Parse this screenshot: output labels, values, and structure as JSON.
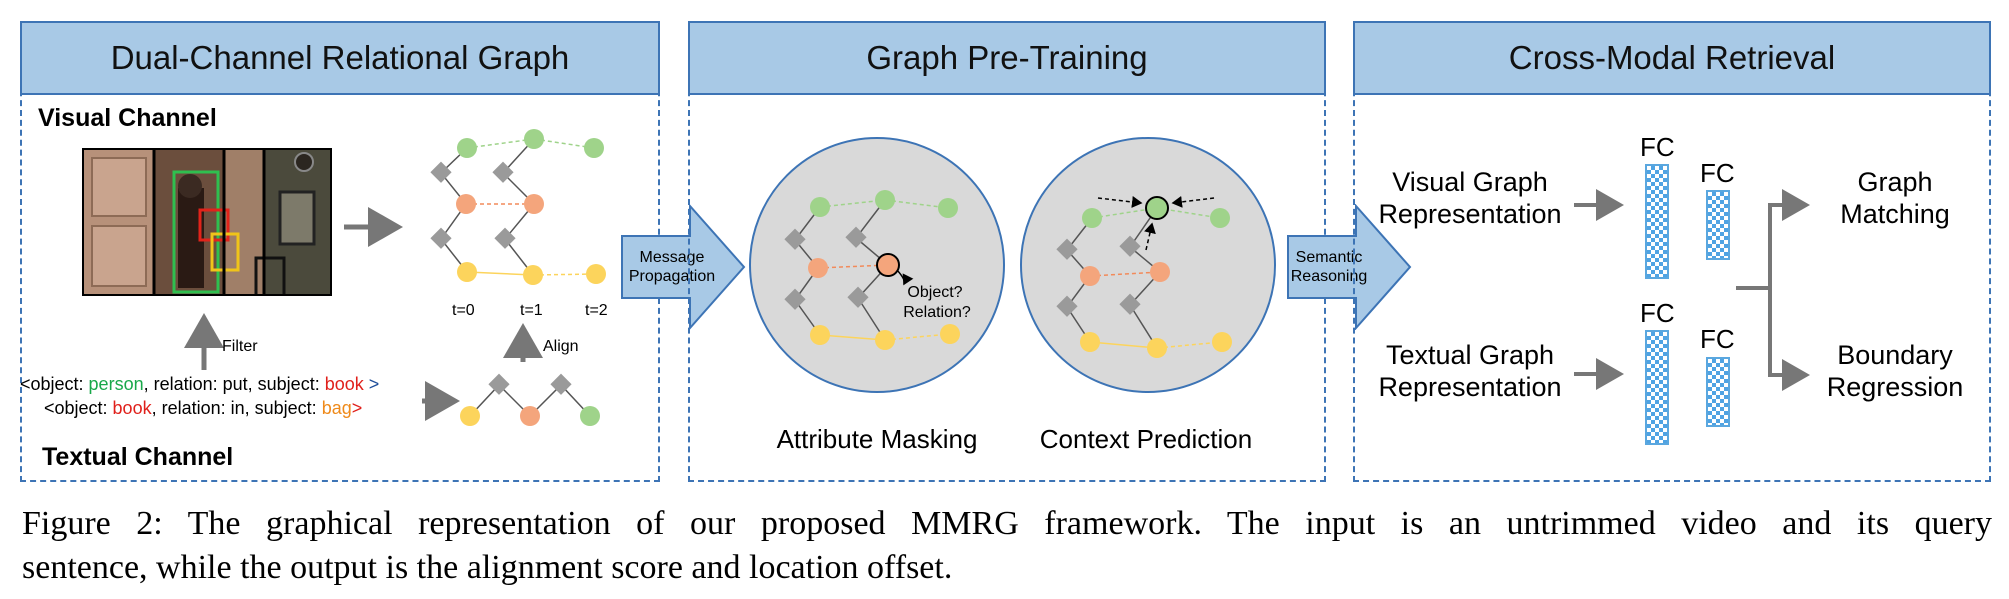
{
  "panels": {
    "left_title": "Dual-Channel Relational Graph",
    "middle_title": "Graph Pre-Training",
    "right_title": "Cross-Modal Retrieval"
  },
  "left": {
    "visual_channel": "Visual Channel",
    "textual_channel": "Textual Channel",
    "filter": "Filter",
    "align": "Align",
    "t0": "t=0",
    "t1": "t=1",
    "t2": "t=2",
    "triplet1": {
      "p1": "<object: ",
      "obj": "person",
      "p2": ", relation: put, subject: ",
      "subj": "book",
      "p3": " >"
    },
    "triplet2": {
      "p1": "<object: ",
      "obj": "book",
      "p2": ", relation: in, subject: ",
      "subj": "bag",
      "p3": ">"
    }
  },
  "arrows": {
    "message_propagation": "Message Propagation",
    "semantic_reasoning": "Semantic Reasoning"
  },
  "middle": {
    "object_q": "Object?",
    "relation_q": "Relation?",
    "attribute_masking": "Attribute Masking",
    "context_prediction": "Context Prediction"
  },
  "right": {
    "visual_graph_line1": "Visual Graph",
    "visual_graph_line2": "Representation",
    "textual_graph_line1": "Textual Graph",
    "textual_graph_line2": "Representation",
    "fc": "FC",
    "graph_matching_line1": "Graph",
    "graph_matching_line2": "Matching",
    "boundary_line1": "Boundary",
    "boundary_line2": "Regression"
  },
  "caption": {
    "line1": "Figure 2: The graphical representation of our proposed MMRG framework. The input is an untrimmed video and its query",
    "line2": "sentence, while the output is the alignment score and location offset."
  },
  "colors": {
    "panel_border": "#3d74b5",
    "panel_header": "#a8c9e6",
    "node_green": "#9fd38a",
    "node_orange": "#f4a57c",
    "node_yellow": "#fcd45c",
    "node_gray": "#9a9a9a",
    "person_green": "#19a84a",
    "book_red": "#e0201b",
    "bag_orange": "#ef8a1a",
    "fc_blue": "#4fa3e3"
  }
}
